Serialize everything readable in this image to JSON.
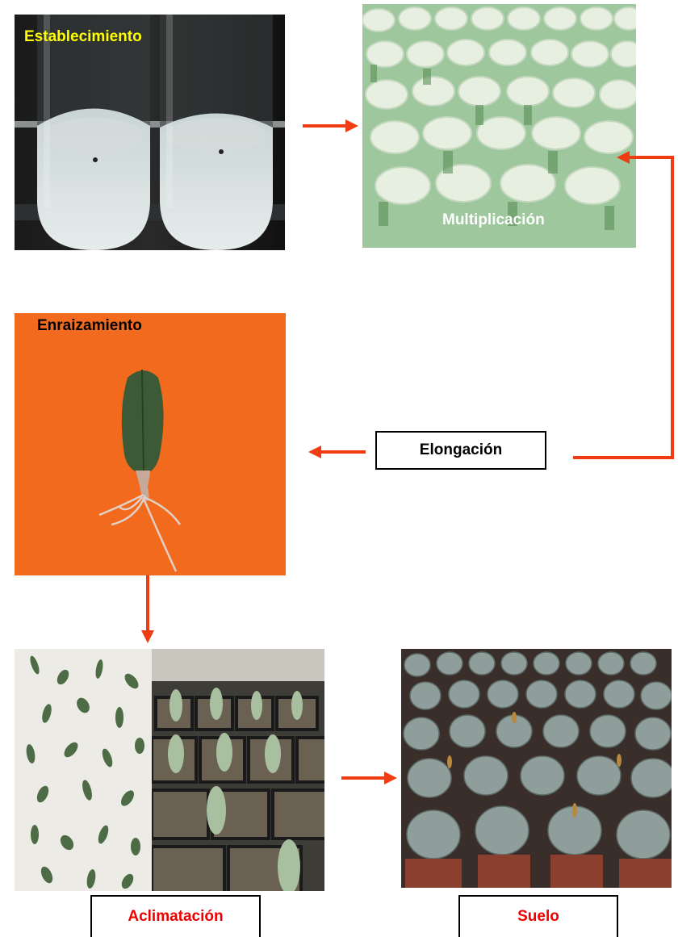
{
  "stages": {
    "establecimiento": "Establecimiento",
    "multiplicacion": "Multiplicación",
    "enraizamiento": "Enraizamiento",
    "elongacion": "Elongación",
    "aclimatacion": "Aclimatación",
    "suelo": "Suelo"
  },
  "colors": {
    "arrow": "#f03c12",
    "establecimiento_label": "#ffff00",
    "multiplicacion_label": "#ffffff",
    "enraizamiento_label": "#000000",
    "box_red_text": "#ee0000",
    "orange_background": "#f26a1e"
  }
}
